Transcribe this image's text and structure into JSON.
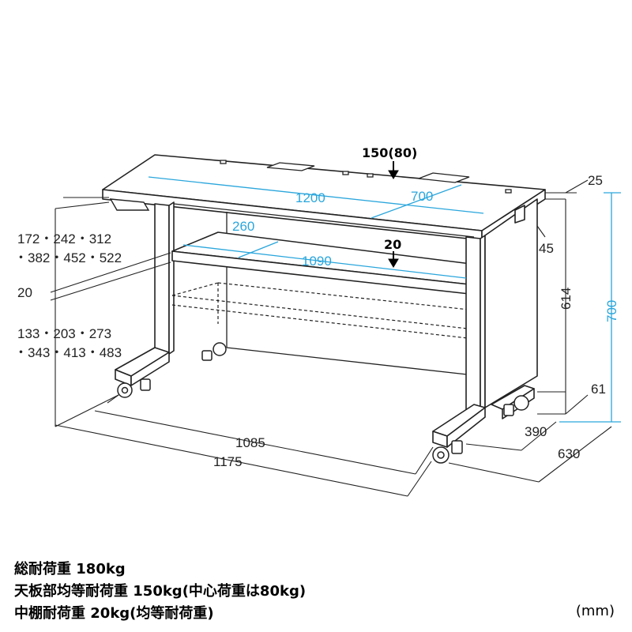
{
  "loads": {
    "top_load": "150(80)",
    "shelf_load": "20"
  },
  "dims": {
    "width_top": "1200",
    "center_zone": "700",
    "shelf_depth": "260",
    "shelf_width": "1090",
    "top_thickness": "25",
    "front_apron": "45",
    "clear_height": "614",
    "total_height": "700",
    "caster_height": "61",
    "leg_depth": "390",
    "total_depth": "630",
    "inner_width": "1085",
    "base_width": "1175",
    "shelf_heights_upper_1": "172・242・312",
    "shelf_heights_upper_2": "・382・452・522",
    "shelf_thickness": "20",
    "shelf_heights_lower_1": "133・203・273",
    "shelf_heights_lower_2": "・343・413・483"
  },
  "specs": [
    "総耐荷重 180kg",
    "天板部均等耐荷重 150kg(中心荷重は80kg)",
    "中棚耐荷重 20kg(均等耐荷重)"
  ],
  "unit": "(mm)",
  "colors": {
    "line": "#222222",
    "dimension_blue": "#2aa6dc"
  }
}
